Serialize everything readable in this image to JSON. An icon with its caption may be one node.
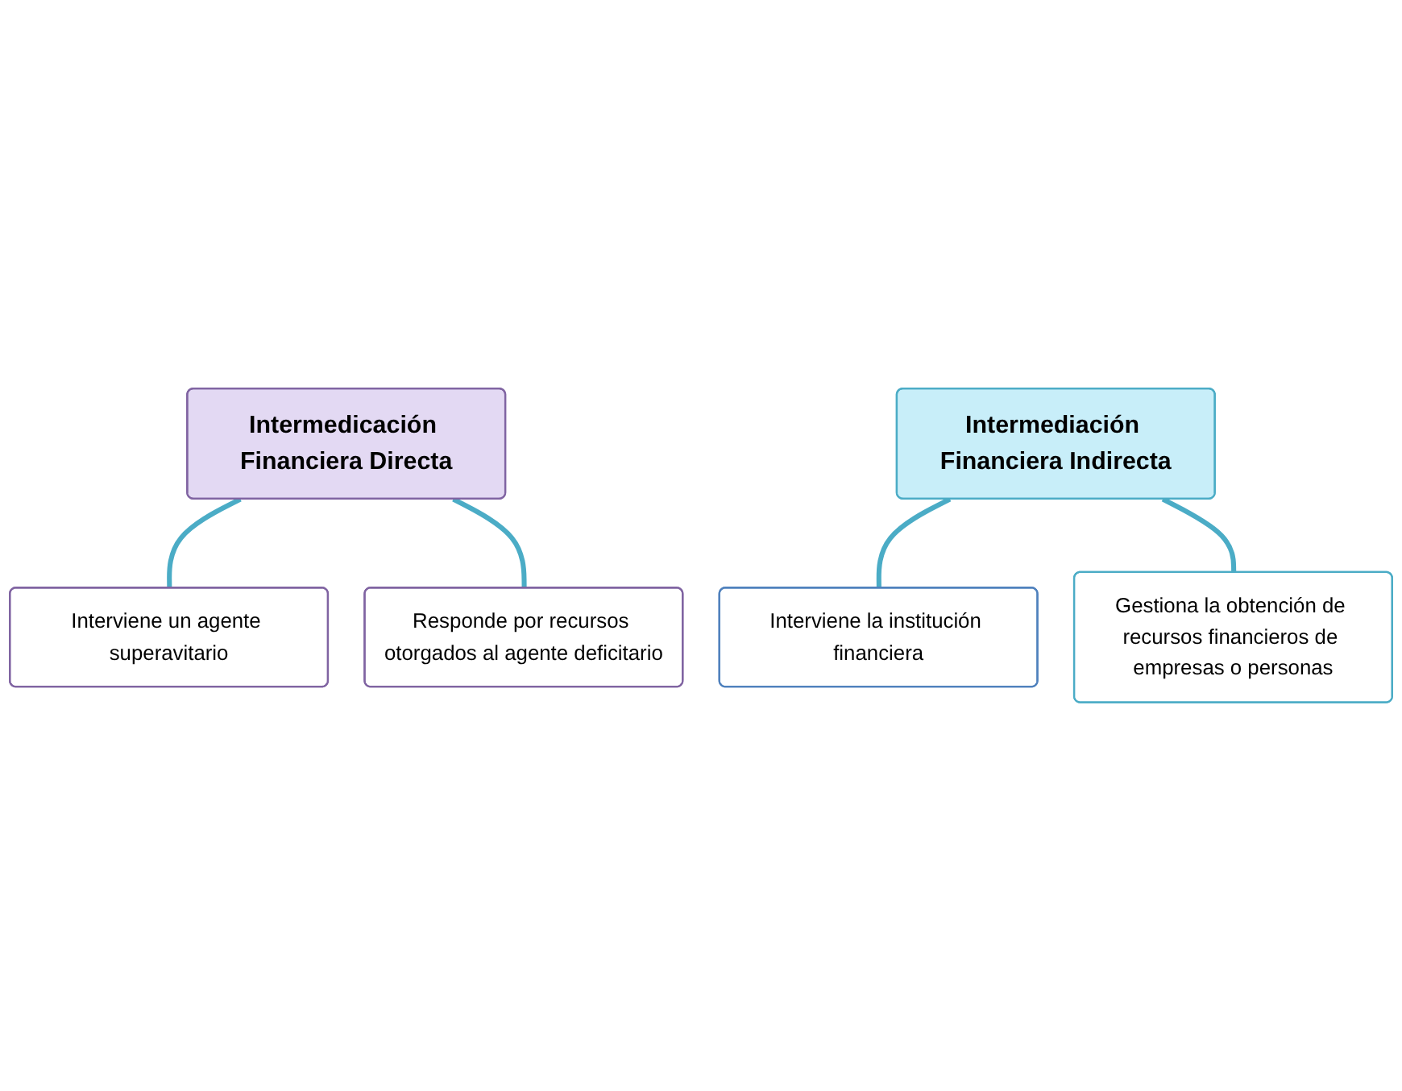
{
  "diagram": {
    "nodes": [
      {
        "text": [
          "Intermedicación Financiera Directa"
        ]
      },
      {
        "text": [
          "Interviene un agente superavitario"
        ]
      },
      {
        "text": [
          "Responde por recursos otorgados al agente deficitario"
        ]
      },
      {
        "text": [
          "Intermediación Financiera Indirecta"
        ]
      },
      {
        "text": [
          "Interviene la institución financiera"
        ]
      },
      {
        "text": [
          "Gestiona la obtención de recursos financieros de empresas o personas"
        ]
      }
    ],
    "edges": [
      {
        "from": 0,
        "to": 1,
        "arrow": "none"
      },
      {
        "from": 0,
        "to": 2,
        "arrow": "none"
      },
      {
        "from": 3,
        "to": 4,
        "arrow": "none"
      },
      {
        "from": 3,
        "to": 5,
        "arrow": "none"
      }
    ]
  }
}
